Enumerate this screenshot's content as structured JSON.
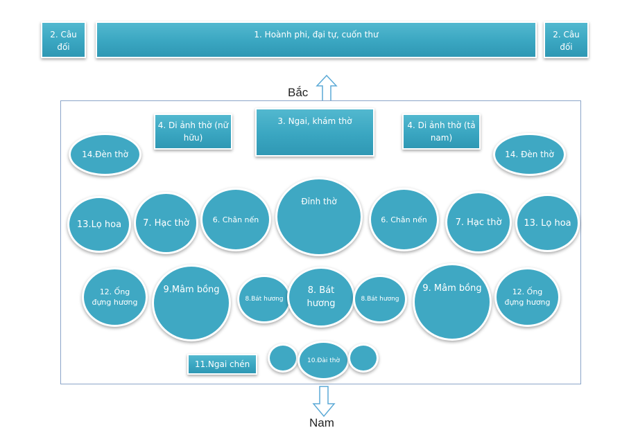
{
  "top": {
    "couplet_left": "2. Câu đối",
    "banner": "1. Hoành phi, đại tự, cuốn thư",
    "couplet_right": "2. Câu đối"
  },
  "directions": {
    "north": "Bắc",
    "south": "Nam"
  },
  "row1": {
    "portrait_left": "4. Di ảnh thờ (nữ hữu)",
    "shrine": "3. Ngai, khám thờ",
    "portrait_right": "4. Di ảnh thờ (tả nam)",
    "lamp_left": "14.Đèn thờ",
    "lamp_right": "14. Đèn thờ"
  },
  "row2": {
    "vase_left": "13.Lọ hoa",
    "crane_left": "7. Hạc thờ",
    "candle_left": "6. Chân nến",
    "censer": "Đỉnh thờ",
    "candle_right": "6. Chân nến",
    "crane_right": "7. Hạc thờ",
    "vase_right": "13. Lọ hoa"
  },
  "row3": {
    "holder_left": "12. Ống đựng hương",
    "tray_left": "9.Mâm bồng",
    "bowl_small_left": "8.Bát hương",
    "bowl_main": "8. Bát hương",
    "bowl_small_right": "8.Bát hương",
    "tray_right": "9. Mâm bồng",
    "holder_right": "12. Ống đựng hương"
  },
  "row4": {
    "cup_tray": "11.Ngai chén",
    "offering_cup": "10.Đài thờ"
  }
}
